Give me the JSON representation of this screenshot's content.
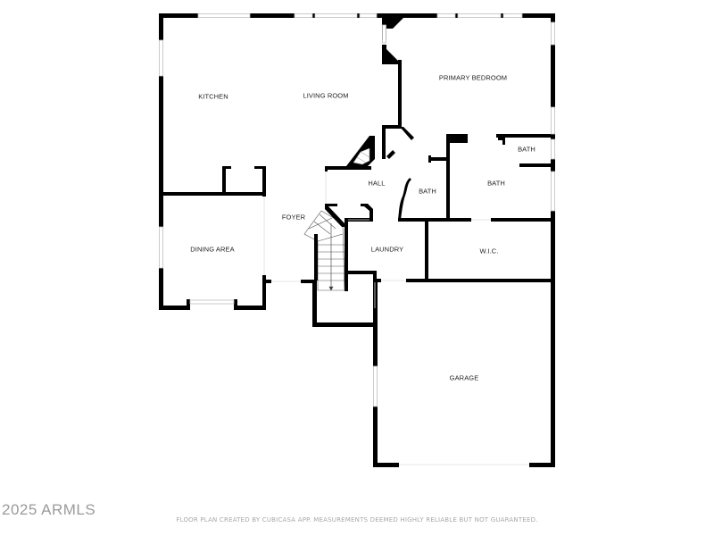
{
  "rooms": {
    "kitchen": "KITCHEN",
    "living_room": "LIVING ROOM",
    "primary_bedroom": "PRIMARY BEDROOM",
    "bath_small": "BATH",
    "bath_primary": "BATH",
    "hall": "HALL",
    "bath_hall": "BATH",
    "dining_area": "DINING AREA",
    "foyer": "FOYER",
    "laundry": "LAUNDRY",
    "wic": "W.I.C.",
    "garage": "GARAGE"
  },
  "footer": {
    "watermark": "2025 ARMLS",
    "disclaimer": "FLOOR PLAN CREATED BY CUBICASA APP. MEASUREMENTS DEEMED HIGHLY RELIABLE BUT NOT GUARANTEED."
  },
  "colors": {
    "wall": "#000000",
    "window": "#cfcfcf",
    "background": "#ffffff"
  }
}
